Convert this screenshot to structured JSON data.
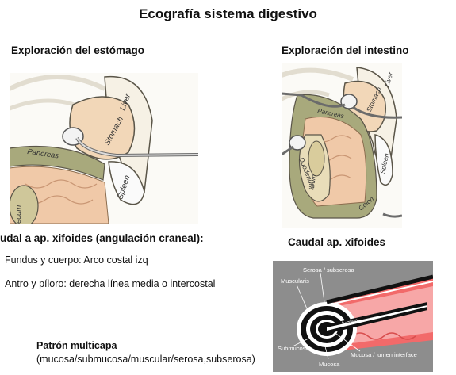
{
  "slide": {
    "title": "Ecografía sistema digestivo",
    "left_heading": "Exploración del estómago",
    "right_heading": "Exploración del intestino",
    "caudal_left": "udal a ap. xifoides (angulación craneal):",
    "caudal_right": "Caudal ap. xifoides",
    "bullet_1": "Fundus y cuerpo: Arco costal izq",
    "bullet_2": "Antro y píloro: derecha línea media o intercostal",
    "pattern_title": "Patrón multicapa",
    "pattern_detail": "(mucosa/submucosa/muscular/serosa,subserosa)"
  },
  "stomach_diagram": {
    "labels": {
      "liver": "Liver",
      "stomach": "Stomach",
      "pancreas": "Pancreas",
      "spleen": "Spleen",
      "cecum": "ecum"
    }
  },
  "intestine_diagram": {
    "labels": {
      "liver": "Liver",
      "stomach": "Stomach",
      "pancreas": "Pancreas",
      "spleen": "Spleen",
      "duodenum": "Duodenum",
      "colon": "Colon",
      "ileum": "Ileum"
    }
  },
  "layers_diagram": {
    "labels": {
      "serosa": "Serosa / subserosa",
      "muscularis": "Muscularis",
      "lumen": "lumen",
      "submucosa": "Submucosa",
      "mucosa": "Mucosa",
      "interface": "Mucosa / lumen interface"
    }
  }
}
